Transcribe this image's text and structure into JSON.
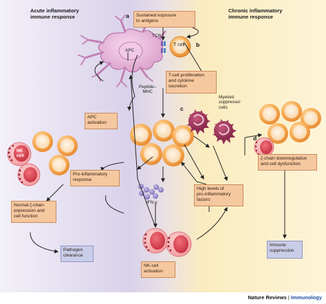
{
  "headers": {
    "acute": "Acute inflammatory\nimmune response",
    "chronic": "Chronic inflammatory\nimmune response"
  },
  "panel_letters": [
    "a",
    "b",
    "c",
    "d"
  ],
  "boxes": {
    "sustained": "Sustained exposure\nto antigens",
    "tcell": "T cell",
    "proliferation": "T-cell proliferation\nand cytokine\nsecretion",
    "apc_activation": "APC\nactivation",
    "pro_inflammatory_response": "Pro-inflammatory\nresponse",
    "normal_zeta": "Normal ζ-chain\nexpression and\ncell function",
    "pathogen": "Pathogen\nclearance",
    "high_levels": "High levels of\npro-inflammatory\nfactors",
    "nk_activation": "NK-cell\nactivation",
    "zeta_down": "ζ-chain downregulation\nand cell dysfunction",
    "immune_suppression": "Immune\nsuppression"
  },
  "labels": {
    "apc": "APC",
    "tcr": "TCR",
    "peptide_mhc": "Peptide–\nMHC",
    "myeloid": "Myeloid\nsuppressor\ncells",
    "nk": "NK\ncell",
    "ifn": "IFN-γ"
  },
  "footer": {
    "journal": "Nature Reviews",
    "separator": "|",
    "section": "Immunology"
  },
  "colors": {
    "acute_bg": "#dcd5ec",
    "chronic_bg": "#fbe9b3",
    "box": "#f6c8a0",
    "apc": "#e7b7dc",
    "t_cell": "#f5a24e",
    "myeloid": "#a3345a",
    "nk_cell": "#e85e6b",
    "ifn": "#8c80c4"
  }
}
